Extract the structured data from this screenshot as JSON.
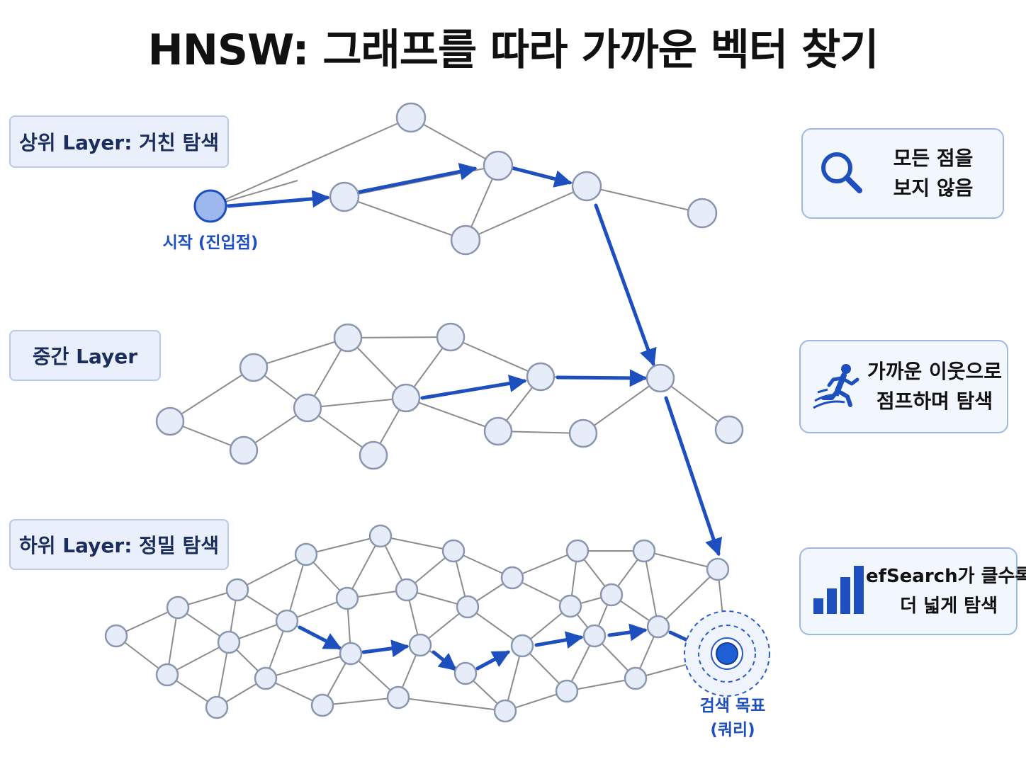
{
  "title": "HNSW: 그래프를 따라 가까운 벡터 찾기",
  "layers": [
    {
      "label": "상위 Layer: 거친 탐색"
    },
    {
      "label": "중간 Layer"
    },
    {
      "label": "하위 Layer: 정밀 탐색"
    }
  ],
  "start_label": "시작 (진입점)",
  "target_label": [
    "검색 목표",
    "(쿼리)"
  ],
  "info_boxes": [
    {
      "icon": "magnifier-icon",
      "lines": [
        "모든 점을",
        "보지 않음"
      ]
    },
    {
      "icon": "running-person-icon",
      "lines": [
        "가까운 이웃으로",
        "점프하며 탐색"
      ]
    },
    {
      "icon": "bar-chart-icon",
      "lines": [
        "efSearch가 클수록",
        "더 넓게 탐색"
      ]
    }
  ],
  "colors": {
    "accent": "#1e4fbf",
    "node_fill": "#e6edf9",
    "node_stroke": "#8a96ad",
    "edge": "#8c8c8c",
    "start_fill": "#9db8ee",
    "target_fill": "#1f5fd6"
  }
}
